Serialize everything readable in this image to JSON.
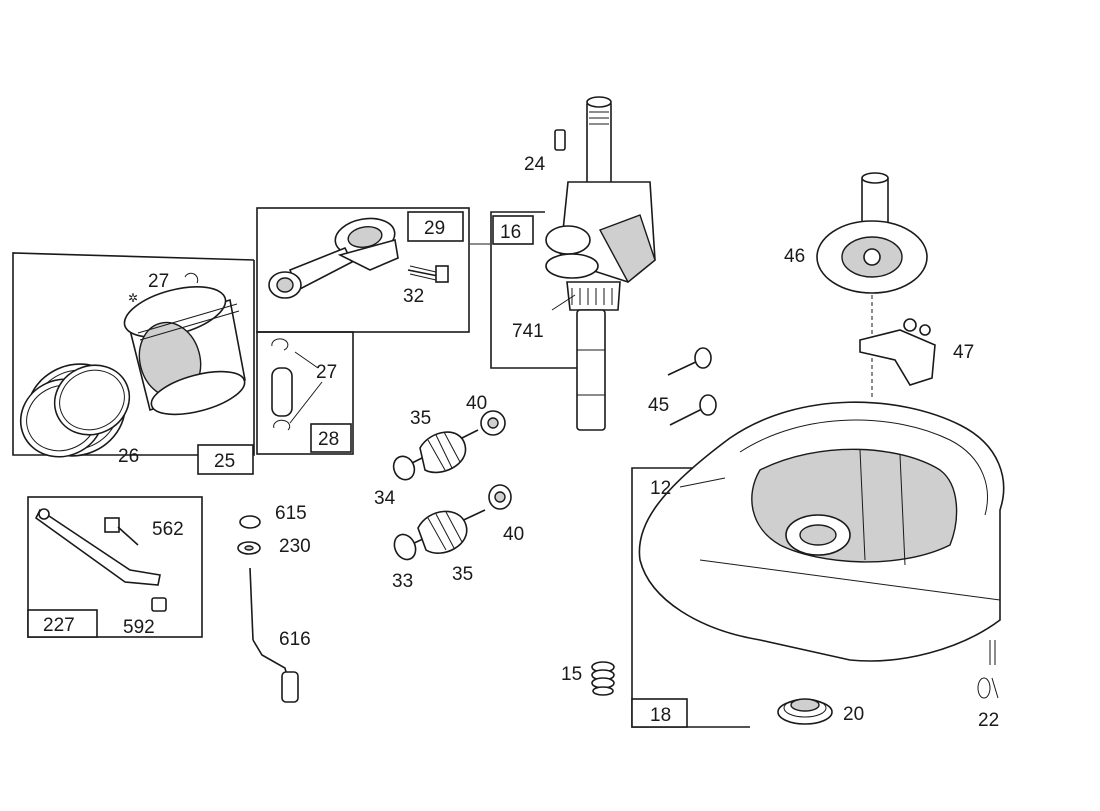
{
  "callouts": {
    "c24": "24",
    "c16": "16",
    "c741": "741",
    "c29": "29",
    "c32": "32",
    "c27a": "27",
    "c27b": "27",
    "c28": "28",
    "c25": "25",
    "c26": "26",
    "c46": "46",
    "c47": "47",
    "c45": "45",
    "c35a": "35",
    "c40a": "40",
    "c34": "34",
    "c40b": "40",
    "c33": "33",
    "c35b": "35",
    "c12": "12",
    "c227": "227",
    "c562": "562",
    "c592": "592",
    "c615": "615",
    "c230": "230",
    "c616": "616",
    "c15": "15",
    "c18": "18",
    "c20": "20",
    "c22": "22"
  },
  "colors": {
    "ink": "#1a1a1a",
    "paper": "#ffffff",
    "shade": "#cfcfcf"
  }
}
